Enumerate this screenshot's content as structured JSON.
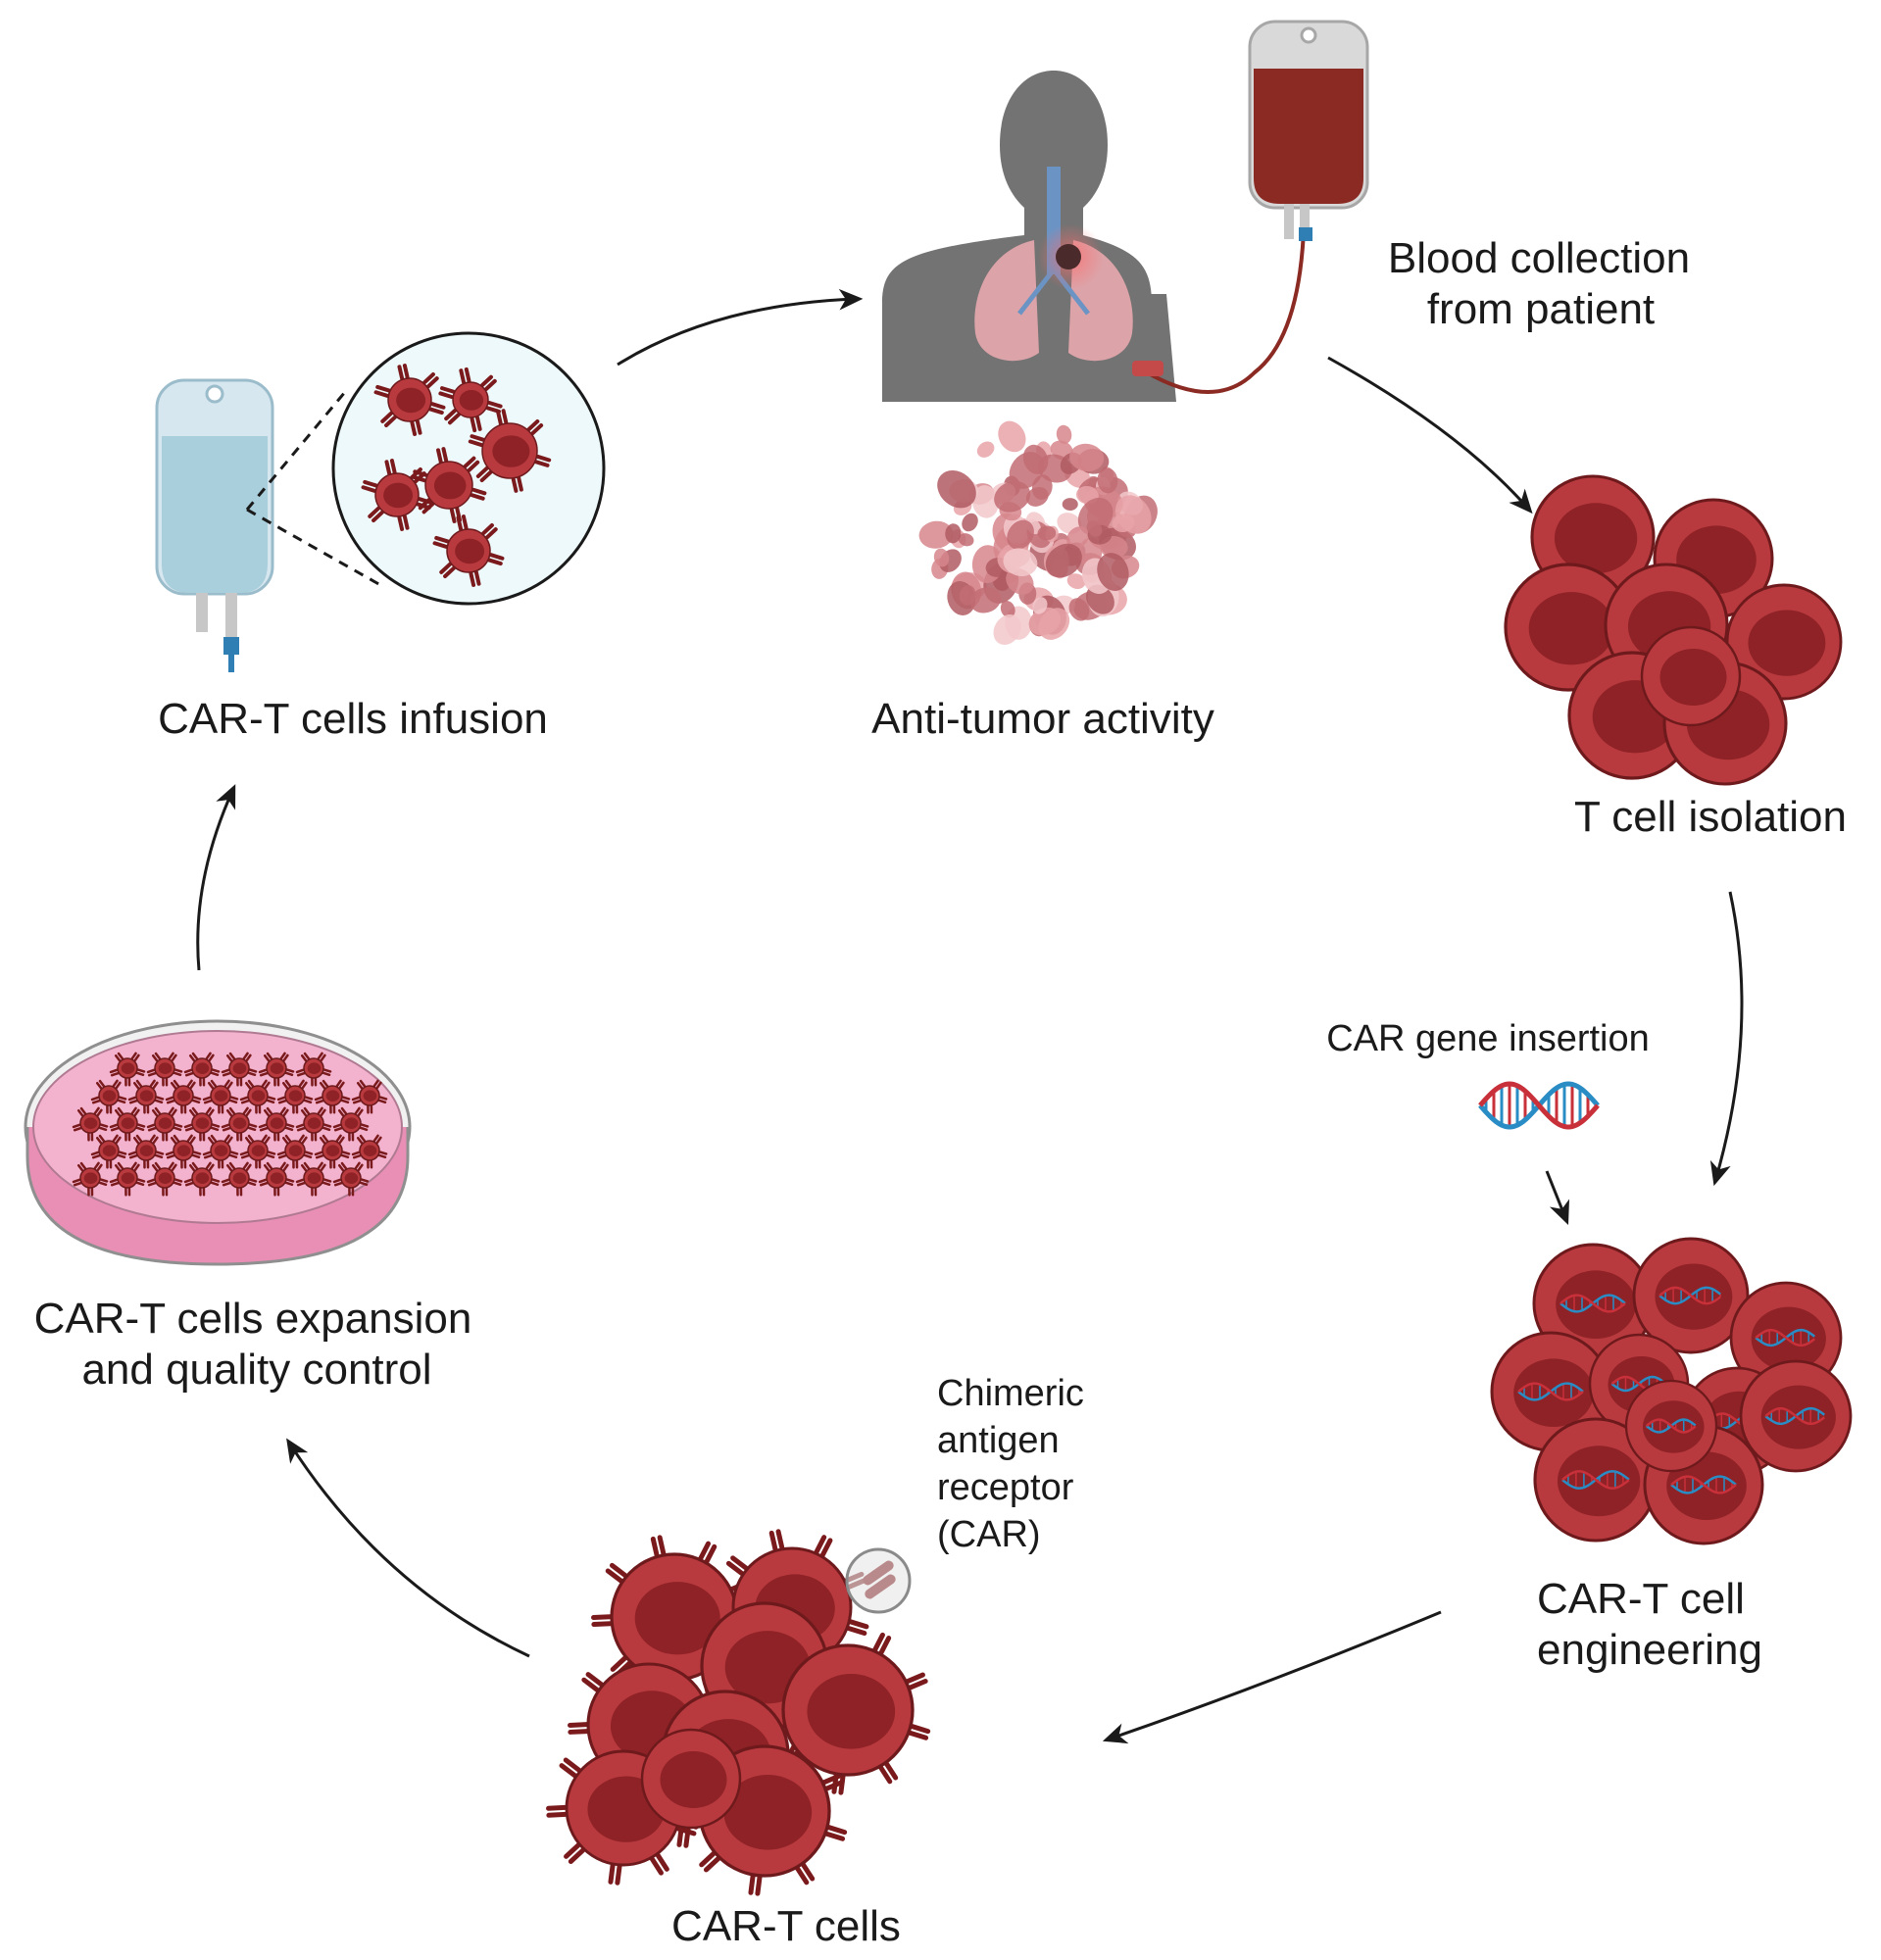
{
  "labels": {
    "infusion": "CAR-T cells infusion",
    "antitumor": "Anti-tumor activity",
    "blood_line1": "Blood collection",
    "blood_line2": "from patient",
    "tcell_isolation": "T cell isolation",
    "gene_insertion": "CAR gene insertion",
    "engineering_line1": "CAR-T cell",
    "engineering_line2": "engineering",
    "car_line1": "Chimeric",
    "car_line2": "antigen",
    "car_line3": "receptor",
    "car_line4": "(CAR)",
    "cart_cells": "CAR-T cells",
    "expansion_line1": "CAR-T cells expansion",
    "expansion_line2": "and quality control"
  },
  "colors": {
    "cell_fill": "#b83a3e",
    "cell_nucleus": "#8e2226",
    "cell_stroke": "#6e1a1d",
    "receptor": "#7a1a1c",
    "blood_bag": "#8a2a22",
    "iv_bag_liquid": "#b9d6e2",
    "body_gray": "#737373",
    "lung_pink": "#e8a8ae",
    "dish_pink": "#e98fb6",
    "tumor_pink": "#d78a90",
    "dna_blue": "#2a8cc4",
    "dna_red": "#c8303a",
    "arrow": "#1a1a1a"
  }
}
